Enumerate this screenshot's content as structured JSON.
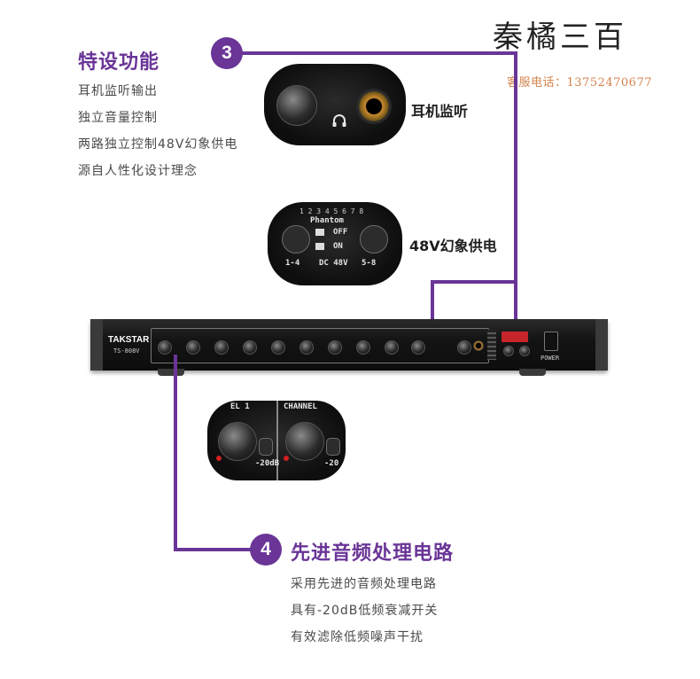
{
  "brand": {
    "title": "秦橘三百",
    "contact": "客服电话：13752470677"
  },
  "features": {
    "title": "特设功能",
    "badge": "3",
    "lines": [
      "耳机监听输出",
      "独立音量控制",
      "两路独立控制48V幻象供电",
      "源自人性化设计理念"
    ],
    "callouts": {
      "headphone": "耳机监听",
      "phantom": "48V幻象供电"
    },
    "phantom_panel": {
      "numbers": "1 2 3 4 5 6 7 8",
      "phantom": "Phantom",
      "off": "OFF",
      "on": "ON",
      "left": "1-4",
      "dc": "DC 48V",
      "right": "5-8"
    }
  },
  "processing": {
    "title": "先进音频处理电路",
    "badge": "4",
    "lines": [
      "采用先进的音频处理电路",
      "具有-20dB低频衰减开关",
      "有效滤除低频噪声干扰"
    ],
    "closeup": {
      "label_left": "EL 1",
      "label_right": "CHANNEL",
      "pad_left": "-20dB",
      "pad_right": "-20"
    }
  },
  "device": {
    "brand": "TAKSTAR",
    "model": "TS-808V",
    "power": "POWER"
  },
  "colors": {
    "accent": "#6a3597",
    "contact": "#d4824c"
  }
}
